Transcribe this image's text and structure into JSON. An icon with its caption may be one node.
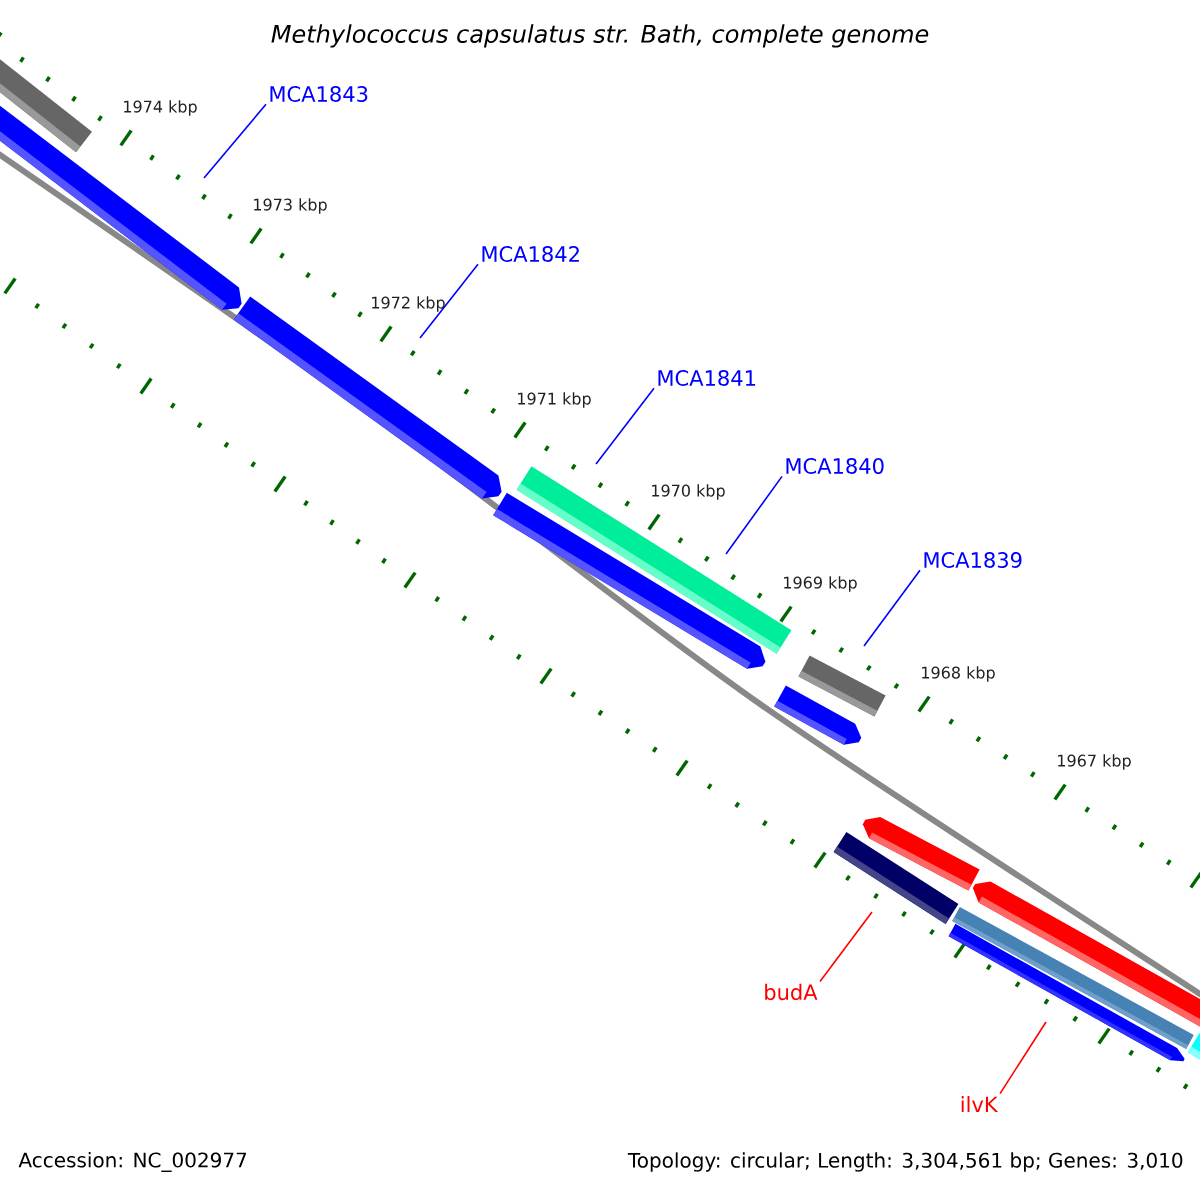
{
  "diagram": {
    "title": "Methylococcus capsulatus str. Bath, complete genome",
    "nodes": [
      {
        "text": [
          "MCA1843"
        ]
      },
      {
        "text": [
          "MCA1842"
        ]
      },
      {
        "text": [
          "MCA1841"
        ]
      },
      {
        "text": [
          "MCA1840"
        ]
      },
      {
        "text": [
          "MCA1839"
        ]
      },
      {
        "text": [
          "budA"
        ]
      },
      {
        "text": [
          "ilvK"
        ]
      }
    ],
    "edges": [
      {
        "from": 0,
        "to": null,
        "arrow": "none"
      },
      {
        "from": 1,
        "to": null,
        "arrow": "none"
      },
      {
        "from": 2,
        "to": null,
        "arrow": "none"
      },
      {
        "from": 3,
        "to": null,
        "arrow": "none"
      },
      {
        "from": 4,
        "to": null,
        "arrow": "none"
      },
      {
        "from": 5,
        "to": null,
        "arrow": "none",
        "color": "#ff0000"
      },
      {
        "from": 6,
        "to": null,
        "arrow": "none",
        "color": "#ff0000"
      }
    ],
    "labels": [
      "1974 kbp",
      "1973 kbp",
      "1972 kbp",
      "1971 kbp",
      "1970 kbp",
      "1969 kbp",
      "1968 kbp",
      "1967 kbp",
      "Accession: NC_002977",
      "Topology: circular; Length: 3,304,561 bp; Genes: 3,010"
    ]
  }
}
